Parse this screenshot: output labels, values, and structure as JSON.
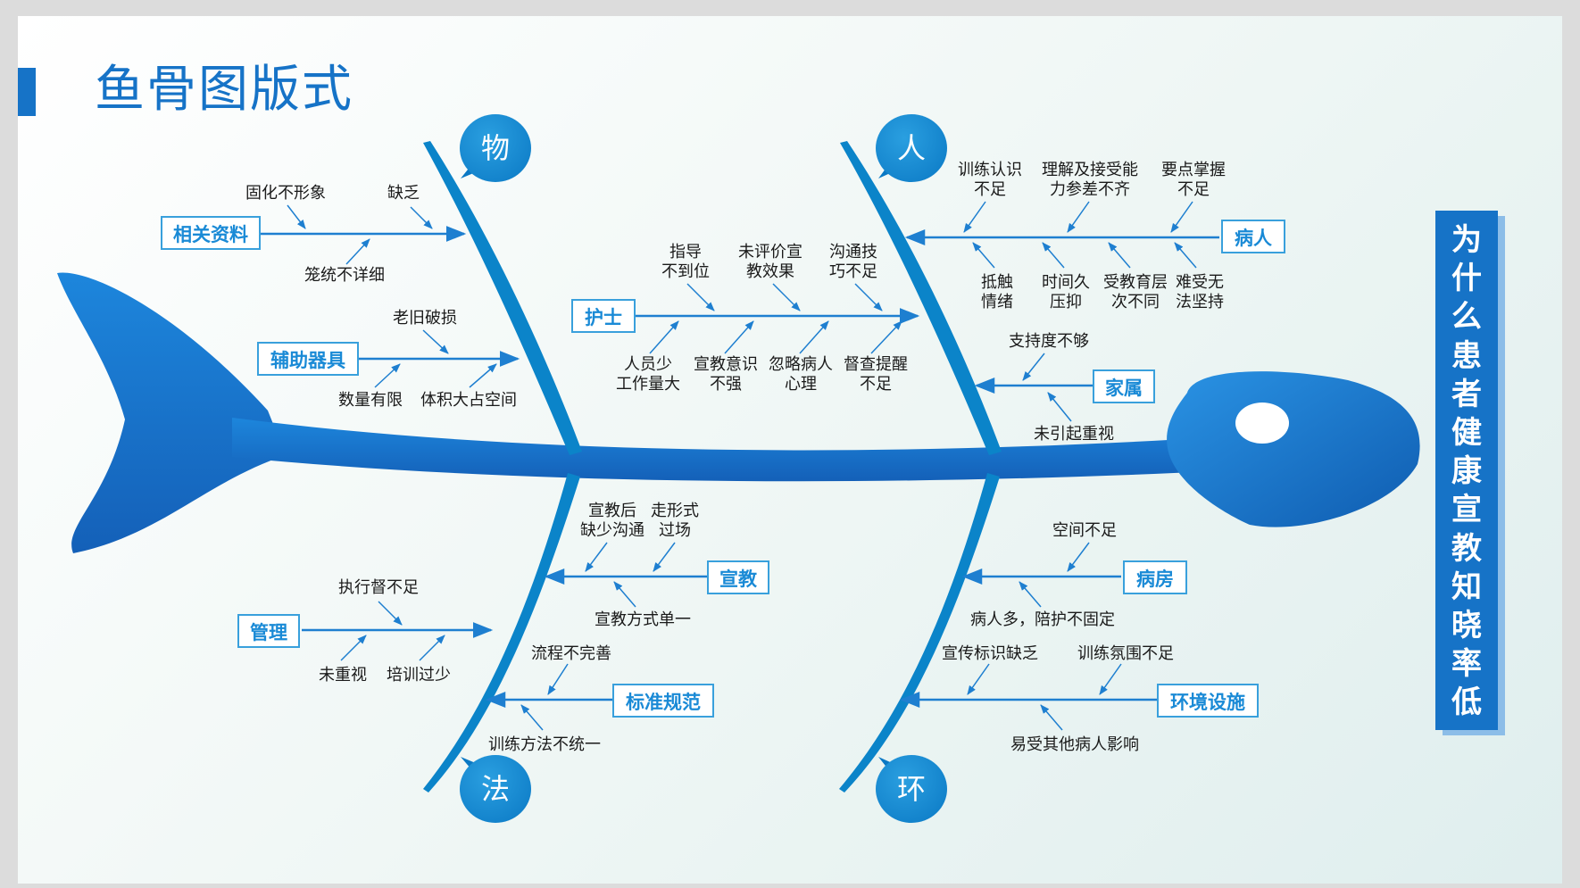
{
  "title": "鱼骨图版式",
  "problem": "为什么患者健康宣教知晓率低",
  "categories": {
    "wu": "物",
    "ren": "人",
    "fa": "法",
    "huan": "环"
  },
  "branches": [
    {
      "label": "相关资料",
      "causes": [
        "固化不形象",
        "缺乏",
        "笼统不详细"
      ]
    },
    {
      "label": "辅助器具",
      "causes": [
        "老旧破损",
        "数量有限",
        "体积大占空间"
      ]
    },
    {
      "label": "护士",
      "causes": [
        "指导\n不到位",
        "未评价宣\n教效果",
        "沟通技\n巧不足",
        "人员少\n工作量大",
        "宣教意识\n不强",
        "忽略病人\n心理",
        "督查提醒\n不足"
      ]
    },
    {
      "label": "病人",
      "causes": [
        "训练认识\n不足",
        "理解及接受能\n力参差不齐",
        "要点掌握\n不足",
        "抵触\n情绪",
        "时间久\n压抑",
        "受教育层\n次不同",
        "难受无\n法坚持"
      ]
    },
    {
      "label": "家属",
      "causes": [
        "支持度不够",
        "未引起重视"
      ]
    },
    {
      "label": "宣教",
      "causes": [
        "宣教后\n缺少沟通",
        "走形式\n过场",
        "宣教方式单一"
      ]
    },
    {
      "label": "管理",
      "causes": [
        "执行督不足",
        "未重视",
        "培训过少"
      ]
    },
    {
      "label": "标准规范",
      "causes": [
        "流程不完善",
        "训练方法不统一"
      ]
    },
    {
      "label": "病房",
      "causes": [
        "空间不足",
        "病人多，陪护不固定"
      ]
    },
    {
      "label": "环境设施",
      "causes": [
        "宣传标识缺乏",
        "训练氛围不足",
        "易受其他病人影响"
      ]
    }
  ],
  "colors": {
    "primary": "#1673c7",
    "light": "#2e95e6",
    "box_border": "#39a0dc",
    "box_text": "#1a8ad6",
    "arrow": "#1e7fd0"
  }
}
